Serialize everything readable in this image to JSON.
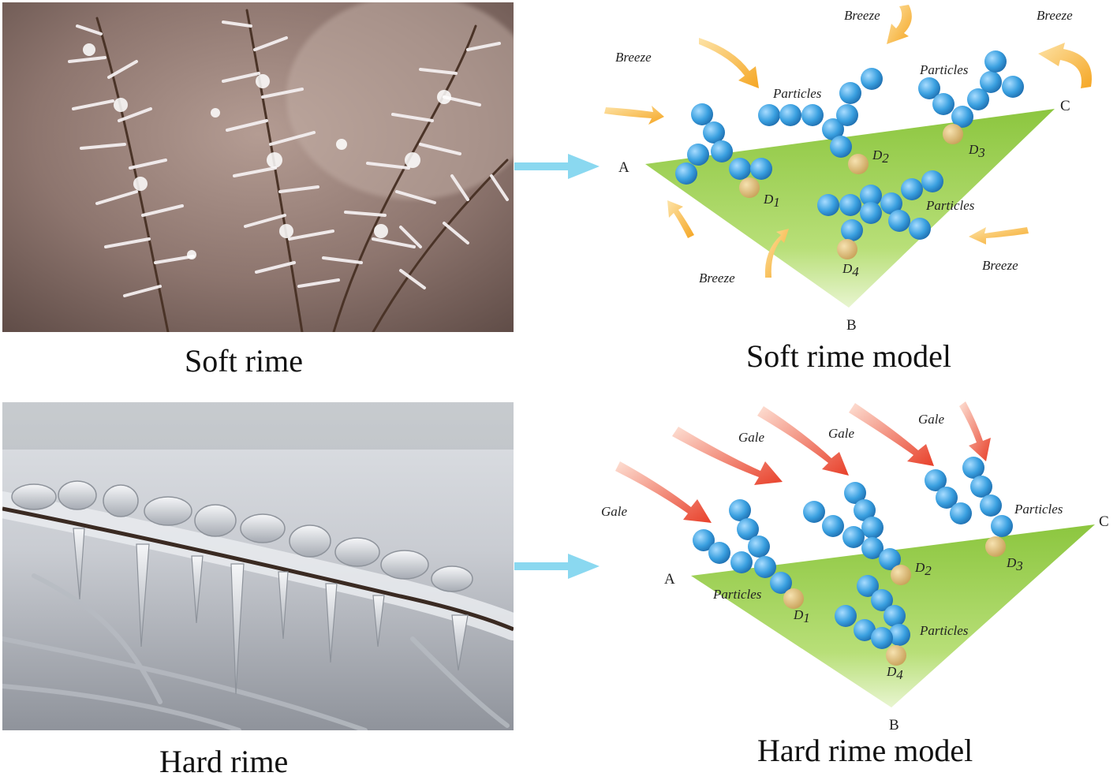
{
  "panels": {
    "soft_photo_caption": "Soft rime",
    "hard_photo_caption": "Hard rime",
    "soft_model_caption": "Soft rime model",
    "hard_model_caption": "Hard rime model"
  },
  "soft_model": {
    "vertices": {
      "a": "A",
      "b": "B",
      "c": "C"
    },
    "wind_label": "Breeze",
    "particles_label": "Particles",
    "d_letter": "D",
    "d_indices": [
      "1",
      "2",
      "3",
      "4"
    ]
  },
  "hard_model": {
    "vertices": {
      "a": "A",
      "b": "B",
      "c": "C"
    },
    "wind_label": "Gale",
    "particles_label": "Particles",
    "d_letter": "D",
    "d_indices": [
      "1",
      "2",
      "3",
      "4"
    ]
  },
  "colors": {
    "triangle_top": "#8cc63f",
    "triangle_bottom": "#e8f5d0",
    "particle": "#3aa0e0",
    "deposit": "#d6b26a",
    "breeze_arrow": "#f5a623",
    "gale_arrow": "#e8402a",
    "link_arrow": "#8ad8f0"
  },
  "icons": [
    "breeze-arrow-icon",
    "gale-arrow-icon",
    "link-arrow-icon"
  ]
}
